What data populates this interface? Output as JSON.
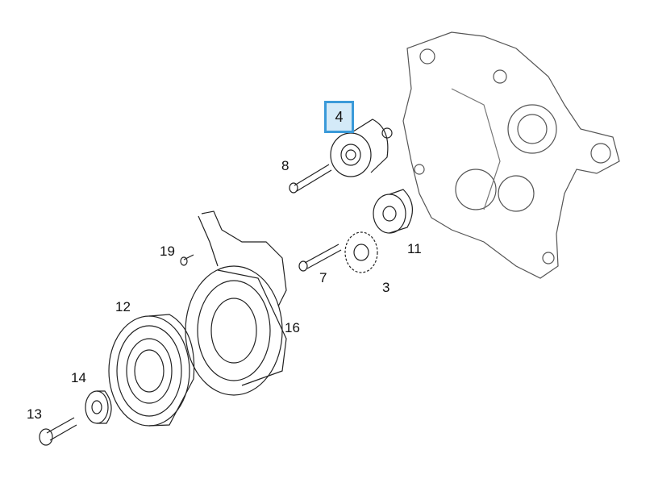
{
  "diagram": {
    "selected_part": "4",
    "highlight_color": "#3a9ad9",
    "highlight_fill": "#d4eaf8",
    "callouts": [
      "4",
      "8",
      "11",
      "3",
      "7",
      "19",
      "12",
      "16",
      "14",
      "13"
    ]
  }
}
